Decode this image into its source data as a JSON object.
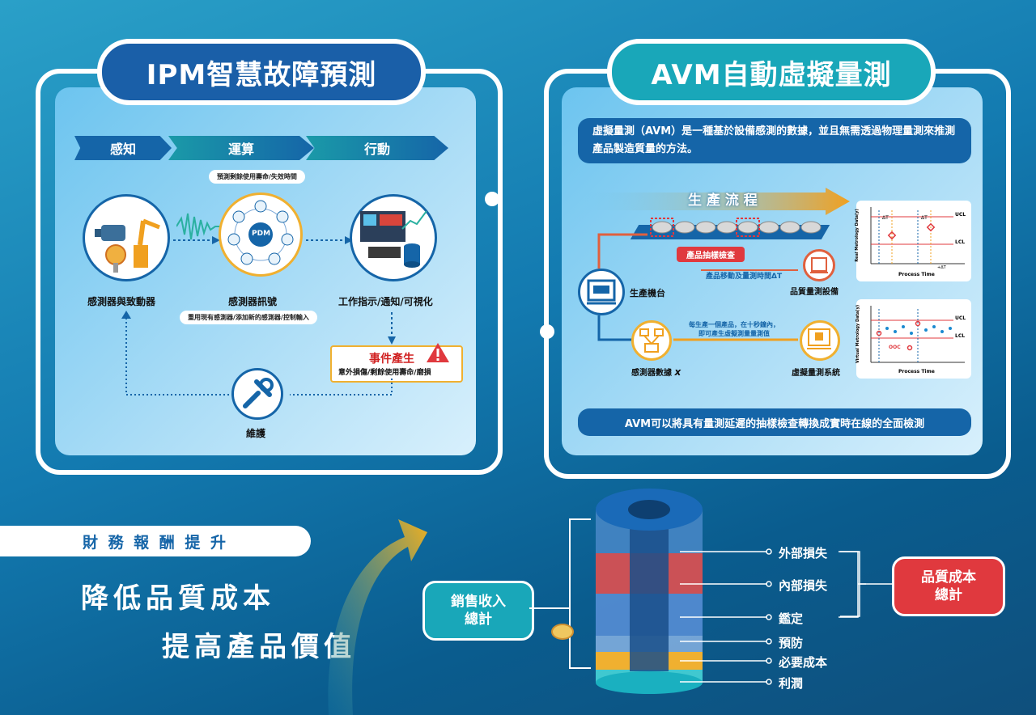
{
  "ipm": {
    "title": "IPM智慧故障預測",
    "steps": [
      "感知",
      "運算",
      "行動"
    ],
    "top_note": "預測剩餘使用壽命/失效時間",
    "sensor_label": "感測器與致動器",
    "signal_label": "感測器訊號",
    "signal_note": "重用現有感測器/添加新的感測器/控制輸入",
    "pdm_label": "PDM",
    "action_label": "工作指示/通知/可視化",
    "event_title": "事件產生",
    "event_text": "意外損傷/剩餘使用壽命/磨損",
    "maintain_label": "維護"
  },
  "avm": {
    "title": "AVM自動虛擬量測",
    "desc": "虛擬量測（AVM）是一種基於設備感測的數據，並且無需透過物理量測來推測產品製造質量的方法。",
    "flow_label": "生 產 流 程",
    "sampling_label": "產品抽樣檢查",
    "move_label": "產品移動及量測時間ΔT",
    "machine_label": "生產機台",
    "quality_device_label": "品質量測設備",
    "sensor_data_label": "感測器數據",
    "sensor_data_sub": "x",
    "vm_system_label": "虛擬量測系統",
    "vm_note_1": "每生產一個產品，在十秒鐘內，",
    "vm_note_2": "即可產生虛擬測量量測值",
    "bottom": "AVM可以將具有量測延遲的抽樣檢查轉換成實時在線的全面檢測",
    "chart_top": {
      "ylabel": "Real Metrology Data(y)",
      "xlabel": "Process Time",
      "ucl": "UCL",
      "lcl": "LCL",
      "dt": "ΔT",
      "plus_dt": "+ΔT"
    },
    "chart_bottom": {
      "ylabel": "Virtual Metrology Data(y)",
      "xlabel": "Process Time",
      "ucl": "UCL",
      "lcl": "LCL",
      "ooc": "OOC"
    }
  },
  "finance": {
    "badge": "財 務 報 酬 提 升",
    "line1": "降低品質成本",
    "line2": "提高產品價值",
    "sales_total": [
      "銷售收入",
      "總計"
    ],
    "quality_cost_total": [
      "品質成本",
      "總計"
    ],
    "layers": [
      "外部損失",
      "內部損失",
      "鑑定",
      "預防",
      "必要成本",
      "利潤"
    ]
  },
  "colors": {
    "navy": "#1565a8",
    "teal": "#1aa3b8",
    "red": "#e0393e",
    "orange": "#f0a020"
  }
}
